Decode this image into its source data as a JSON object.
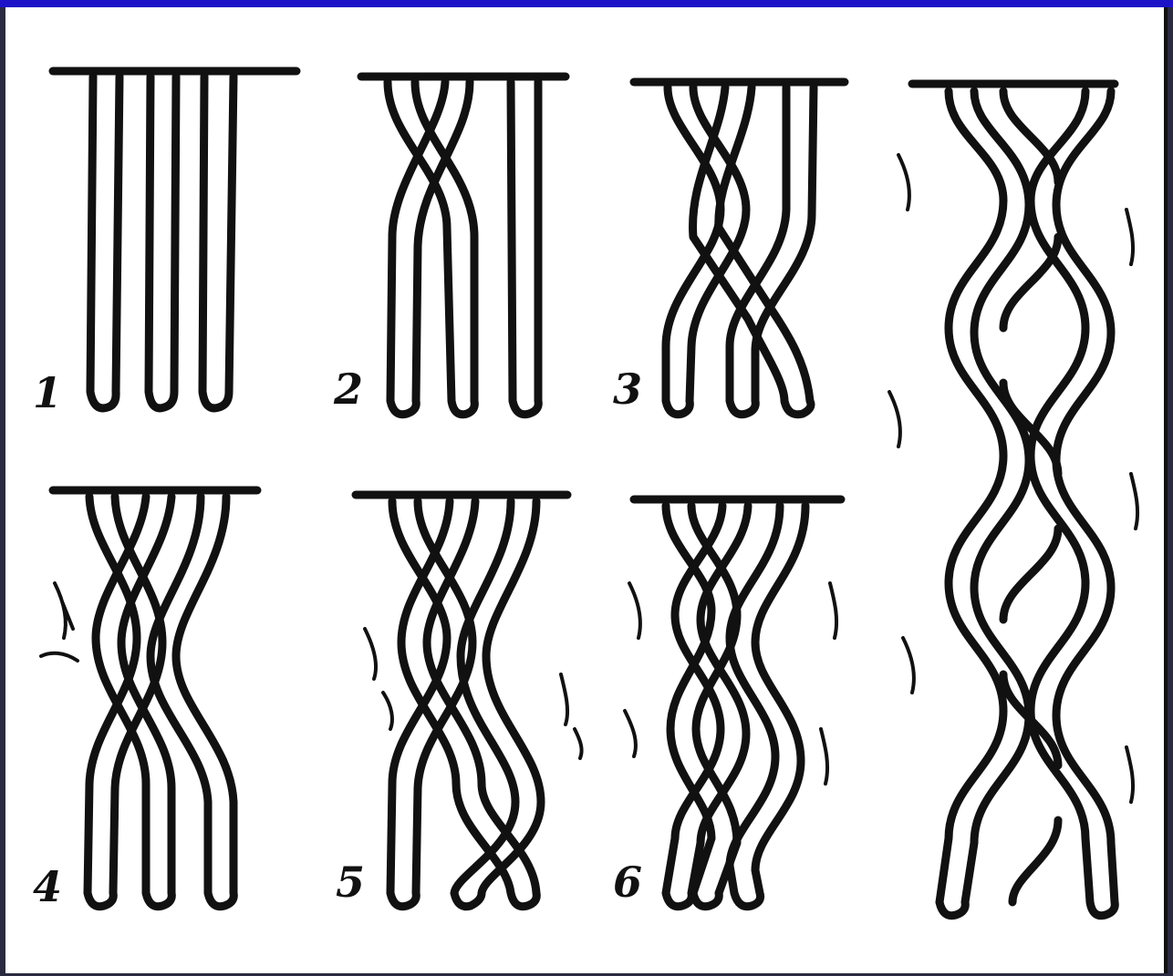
{
  "diagram": {
    "steps": [
      {
        "id": 1,
        "number": "1",
        "stage": "three-strands"
      },
      {
        "id": 2,
        "number": "2",
        "stage": "first-cross"
      },
      {
        "id": 3,
        "number": "3",
        "stage": "second-cross"
      },
      {
        "id": 4,
        "number": "4",
        "stage": "third-cross"
      },
      {
        "id": 5,
        "number": "5",
        "stage": "braid-begins"
      },
      {
        "id": 6,
        "number": "6",
        "stage": "braid-continues"
      },
      {
        "id": 7,
        "number": "",
        "stage": "finished-braid"
      }
    ]
  },
  "colors": {
    "frame": "#1c12c8",
    "ink": "#111111",
    "paper": "#ffffff"
  }
}
